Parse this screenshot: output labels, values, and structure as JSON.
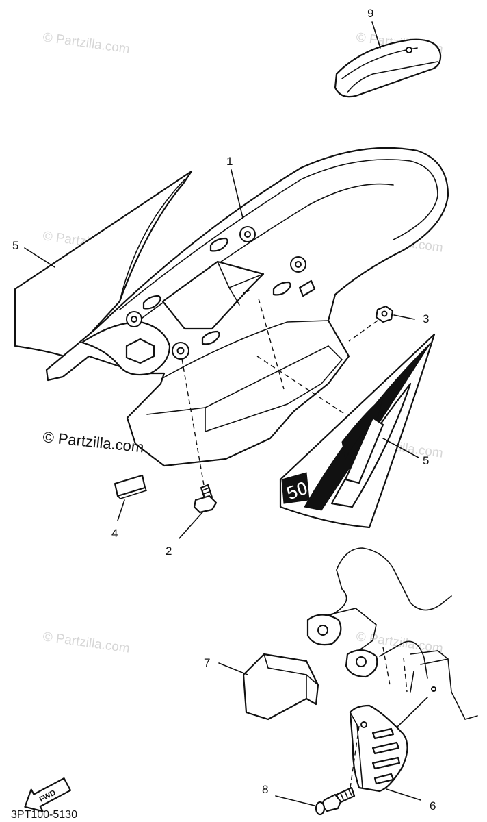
{
  "watermark": {
    "text": "© Partzilla.com",
    "color": "#d6d6d6",
    "main_text": "© Partzilla.com"
  },
  "callouts": {
    "c1": "1",
    "c2": "2",
    "c3": "3",
    "c4": "4",
    "c5a": "5",
    "c5b": "5",
    "c6": "6",
    "c7": "7",
    "c8": "8",
    "c9": "9"
  },
  "decal_number": "50",
  "direction_arrow": {
    "label": "FWD",
    "icon": "fwd-arrow-icon"
  },
  "diagram_code": "3PT100-5130"
}
